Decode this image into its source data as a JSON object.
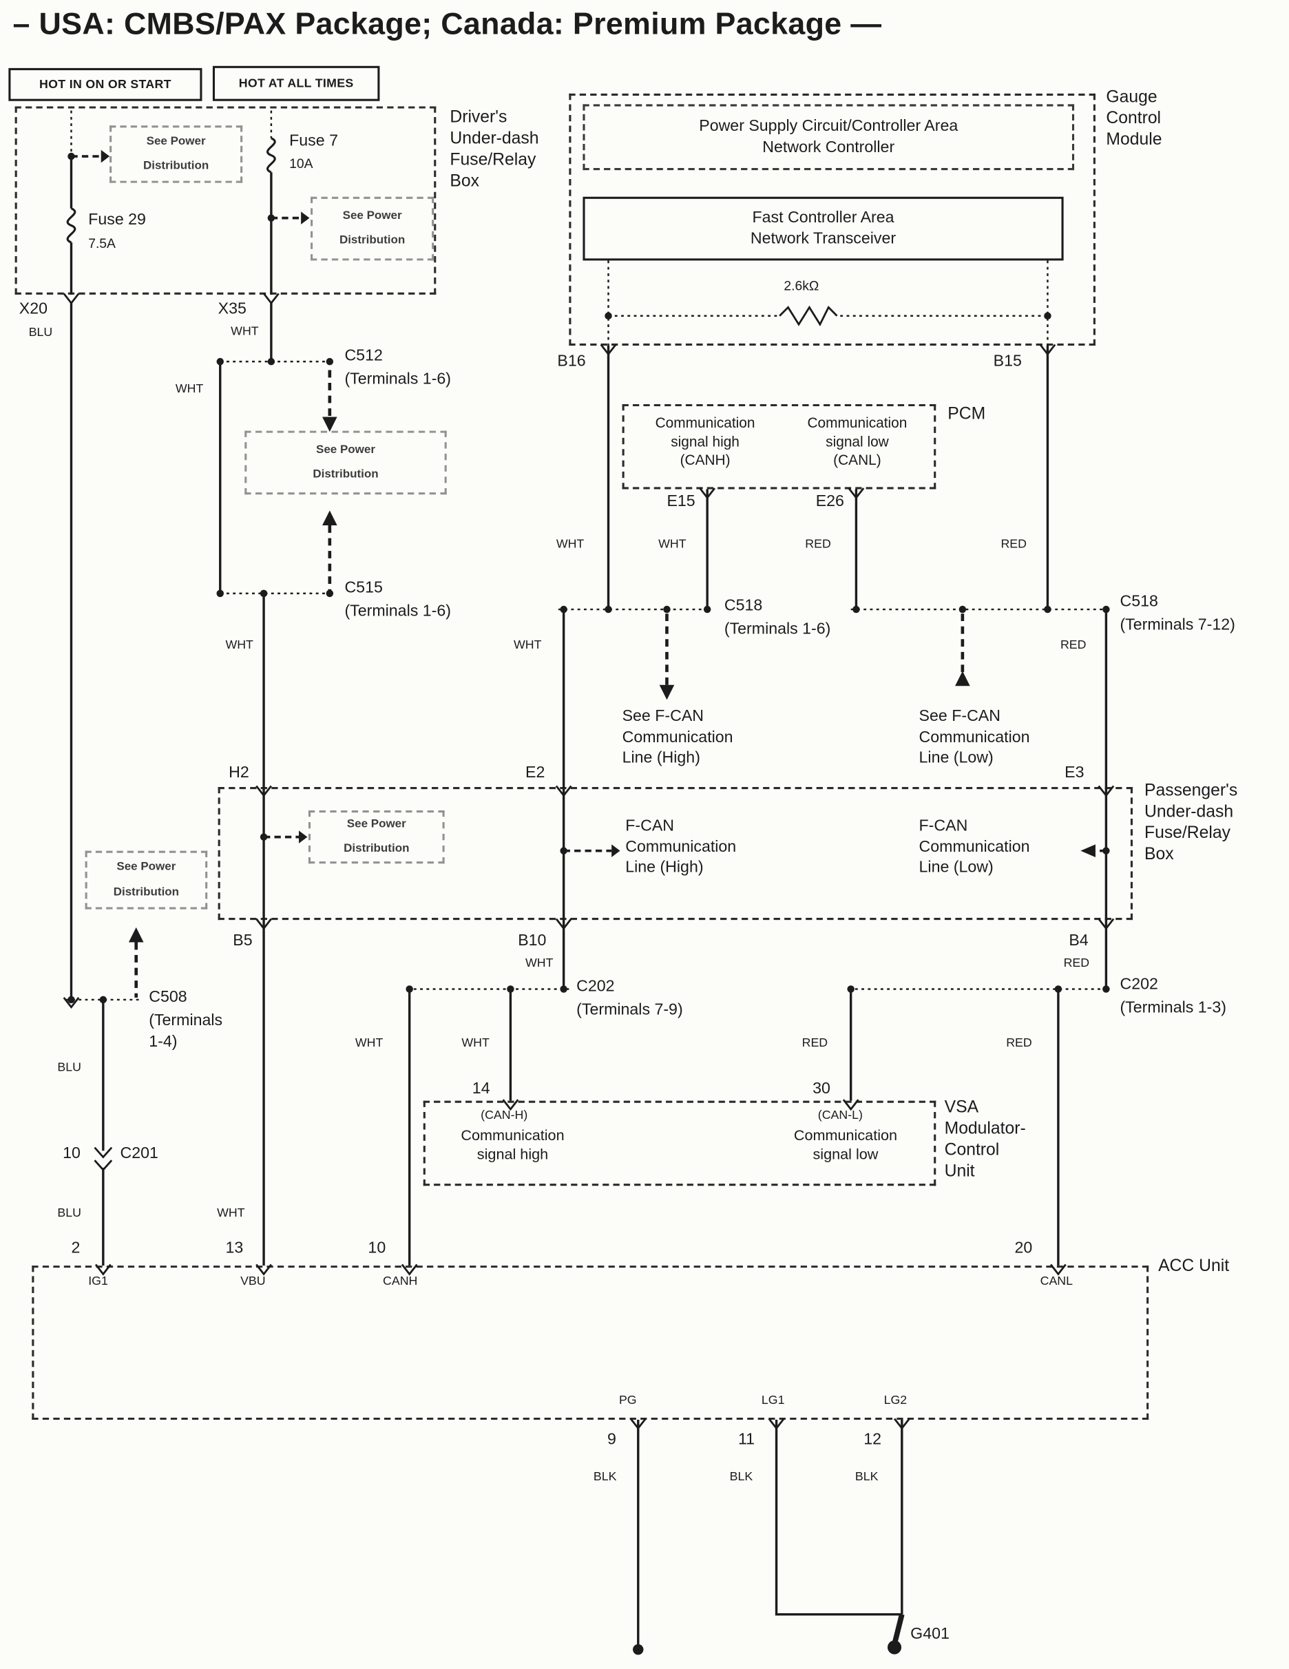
{
  "title": "– USA: CMBS/PAX Package; Canada: Premium Package —",
  "colors": {
    "ink": "#1c1c1c",
    "background": "#fcfcf9"
  },
  "power": {
    "hot_on_start": "HOT IN ON OR START",
    "hot_all_times": "HOT AT ALL TIMES",
    "see_power": "See Power\nDistribution",
    "fuse7": "Fuse 7",
    "fuse7_amp": "10A",
    "fuse29": "Fuse 29",
    "fuse29_amp": "7.5A"
  },
  "modules": {
    "driver_box": "Driver's\nUnder-dash\nFuse/Relay\nBox",
    "gauge": "Gauge\nControl\nModule",
    "gauge_controller": "Power Supply Circuit/Controller Area\nNetwork Controller",
    "gauge_transceiver": "Fast Controller Area\nNetwork Transceiver",
    "resistor_value": "2.6kΩ",
    "pcm": "PCM",
    "pcm_high": "Communication\nsignal high\n(CANH)",
    "pcm_low": "Communication\nsignal low\n(CANL)",
    "see_fcan_high": "See F-CAN\nCommunication\nLine (High)",
    "see_fcan_low": "See F-CAN\nCommunication\nLine (Low)",
    "passenger_box": "Passenger's\nUnder-dash\nFuse/Relay\nBox",
    "fcan_high": "F-CAN\nCommunication\nLine (High)",
    "fcan_low": "F-CAN\nCommunication\nLine (Low)",
    "vsa": "VSA\nModulator-\nControl\nUnit",
    "vsa_can_h": "(CAN-H)",
    "vsa_high": "Communication\nsignal high",
    "vsa_can_l": "(CAN-L)",
    "vsa_low": "Communication\nsignal low",
    "acc": "ACC Unit"
  },
  "connectors": {
    "x20": "X20",
    "x35": "X35",
    "c512": "C512",
    "c512_terms": "(Terminals 1-6)",
    "c515": "C515",
    "c515_terms": "(Terminals 1-6)",
    "c518_left": "C518",
    "c518_left_terms": "(Terminals 1-6)",
    "c518_right": "C518",
    "c518_right_terms": "(Terminals 7-12)",
    "c202_left": "C202",
    "c202_left_terms": "(Terminals 7-9)",
    "c202_right": "C202",
    "c202_right_terms": "(Terminals 1-3)",
    "c508": "C508",
    "c508_terms": "(Terminals\n1-4)",
    "c201": "C201",
    "g401": "G401"
  },
  "pins": {
    "b16": "B16",
    "b15": "B15",
    "e15": "E15",
    "e26": "E26",
    "h2": "H2",
    "e2": "E2",
    "e3": "E3",
    "b5": "B5",
    "b10": "B10",
    "b4": "B4",
    "n2": "2",
    "n13": "13",
    "n10": "10",
    "n20": "20",
    "n14": "14",
    "n30": "30",
    "n9": "9",
    "n11": "11",
    "n12": "12",
    "ig1": "IG1",
    "vbu": "VBU",
    "canh": "CANH",
    "canl": "CANL",
    "pg": "PG",
    "lg1": "LG1",
    "lg2": "LG2"
  },
  "wires": {
    "blu": "BLU",
    "wht": "WHT",
    "red": "RED",
    "blk": "BLK"
  }
}
